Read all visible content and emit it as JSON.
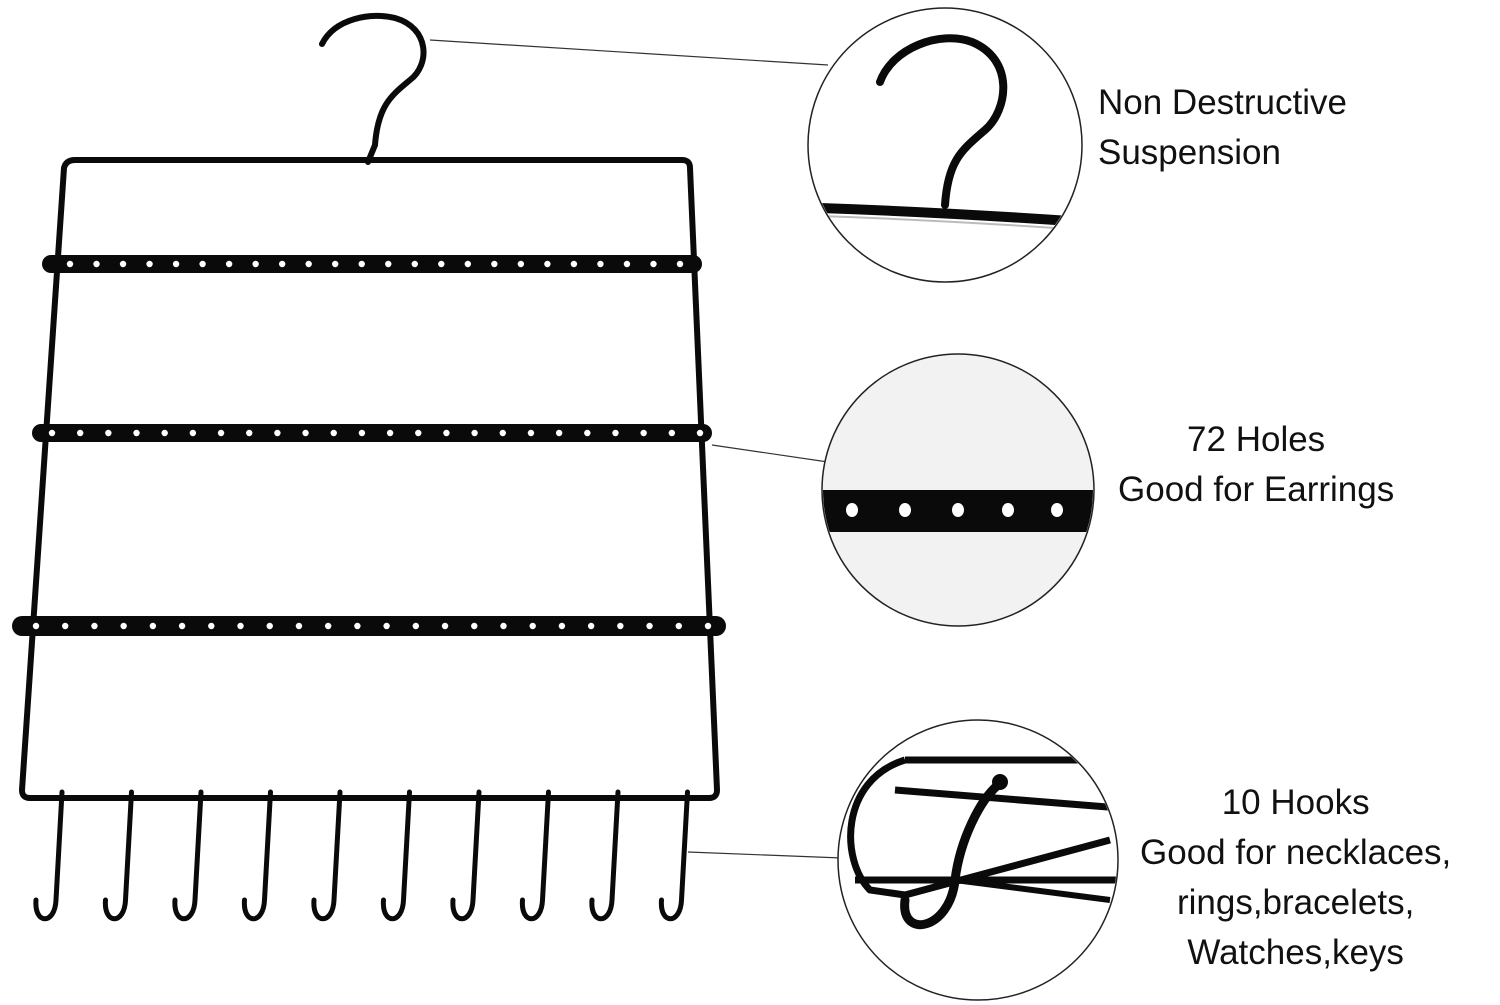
{
  "colors": {
    "frame": "#0a0a0a",
    "hole": "#ffffff",
    "background": "#ffffff",
    "text": "#111111"
  },
  "callouts": [
    {
      "icon": "suspension-hook-closeup",
      "lines": [
        "Non Destructive",
        "Suspension"
      ]
    },
    {
      "icon": "earring-holes-closeup",
      "count": 72,
      "lines": [
        "72 Holes",
        "Good for Earrings"
      ]
    },
    {
      "icon": "s-hook-closeup",
      "count": 10,
      "lines": [
        "10 Hooks",
        "Good for necklaces,",
        "rings,bracelets,",
        "Watches,keys"
      ]
    }
  ],
  "organizer": {
    "bars": 3,
    "hooks": 10,
    "holes_per_bar": 24
  }
}
